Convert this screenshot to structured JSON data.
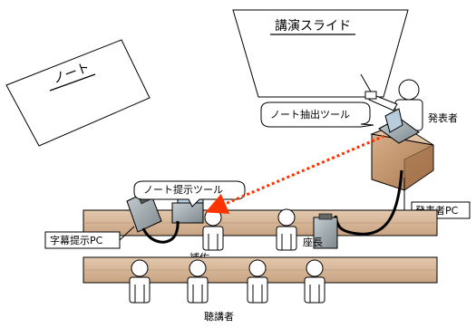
{
  "labels": {
    "slide_screen": "講演スライド",
    "note_screen": "ノート",
    "note_extract_tool": "ノート抽出ツール",
    "presenter": "発表者",
    "presenter_pc": "発表者PC",
    "note_display_tool": "ノート提示ツール",
    "caption_pc": "字幕提示PC",
    "assistant": "補佐",
    "chair": "座長",
    "audience": "聴講者"
  },
  "colors": {
    "arrow": "#ff3300",
    "desk": "#d8b89a",
    "podium": "#c89a72",
    "device": "#9aa4a8",
    "screen": "#b8ccdc"
  }
}
